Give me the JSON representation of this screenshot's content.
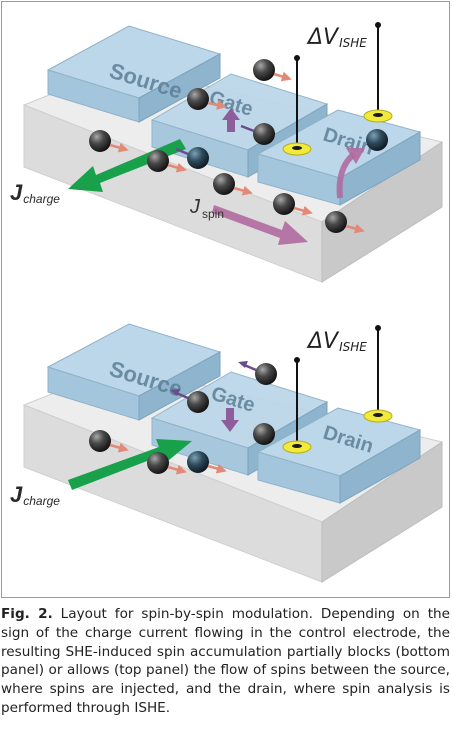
{
  "figure": {
    "top_panel": {
      "electrodes": {
        "source": "Source",
        "gate": "Gate",
        "drain": "Drain"
      },
      "voltage_label": {
        "main": "ΔV",
        "sub": "ISHE"
      },
      "charge_current_label": {
        "main": "J",
        "sub": "charge"
      },
      "spin_current_label": {
        "main": "J",
        "sub": "spin"
      }
    },
    "bottom_panel": {
      "electrodes": {
        "source": "Source",
        "gate": "Gate",
        "drain": "Drain"
      },
      "voltage_label": {
        "main": "ΔV",
        "sub": "ISHE"
      },
      "charge_current_label": {
        "main": "J",
        "sub": "charge"
      }
    }
  },
  "caption": {
    "label": "Fig. 2.",
    "text": " Layout for spin-by-spin modulation. Depending on the sign of the charge current flowing in the control electrode, the resulting SHE-induced spin accumulation partially blocks (bottom panel) or allows (top panel) the flow of spins between the source, where spins are injected, and the drain, where spin analysis is performed through ISHE."
  },
  "colors": {
    "electrode": "#a9cbe3",
    "channel": "#e4e4e4",
    "charge_arrow": "#19a04a",
    "spin_arrow": "#b06aa0",
    "contact": "#f2ea3a"
  }
}
